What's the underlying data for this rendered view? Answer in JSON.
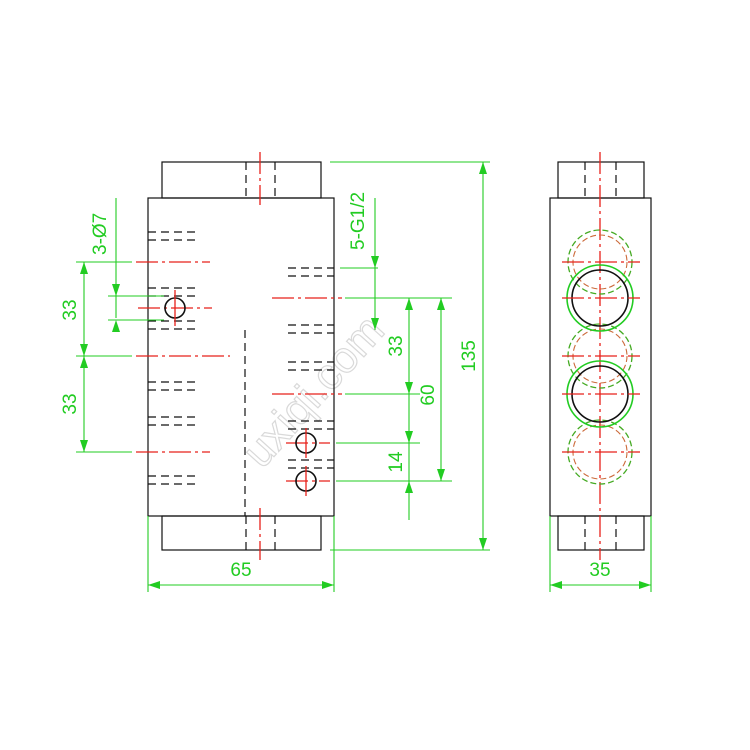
{
  "drawing": {
    "dimensions": {
      "width_front": "65",
      "width_side": "35",
      "height_total": "135",
      "pitch_upper": "33",
      "pitch_lower": "33",
      "port_pitch": "33",
      "port_span": "60",
      "small_hole_pitch": "14"
    },
    "callouts": {
      "mount_holes": "3-Ø7",
      "ports": "5-G1/2"
    },
    "watermark": "uxiqi.com"
  },
  "colors": {
    "outline": "#111111",
    "center_line": "#e8201a",
    "dimension": "#22cc22",
    "watermark": "#d9d9d9"
  }
}
